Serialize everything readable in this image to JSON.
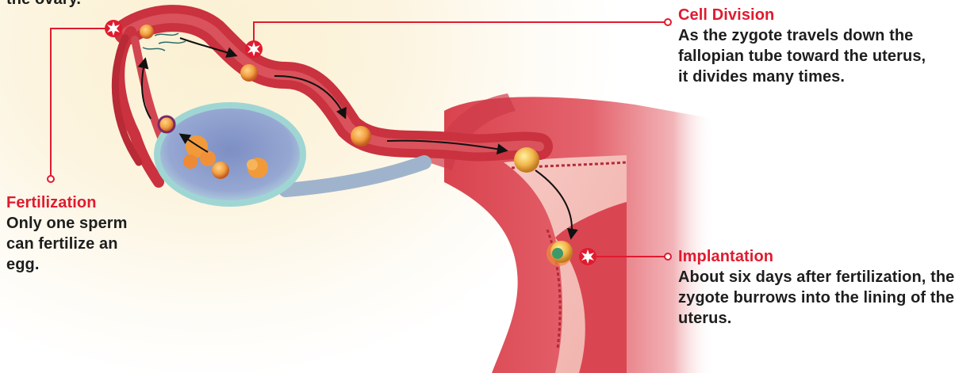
{
  "top_label": {
    "body": "the ovary."
  },
  "cell_division": {
    "title": "Cell Division",
    "body": "As the zygote travels down the fallopian tube toward the uterus, it divides many times."
  },
  "fertilization": {
    "title": "Fertilization",
    "body": "Only one sperm can fertilize an egg."
  },
  "implantation": {
    "title": "Implantation",
    "body": "About six days after fertilization, the zygote burrows into the lining of the uterus."
  },
  "colors": {
    "accent_red": "#e01b2f",
    "text": "#1e1e1e",
    "tube": "#c9323e",
    "uterus": "#e4606a",
    "ovary": "#9bb6d2"
  }
}
